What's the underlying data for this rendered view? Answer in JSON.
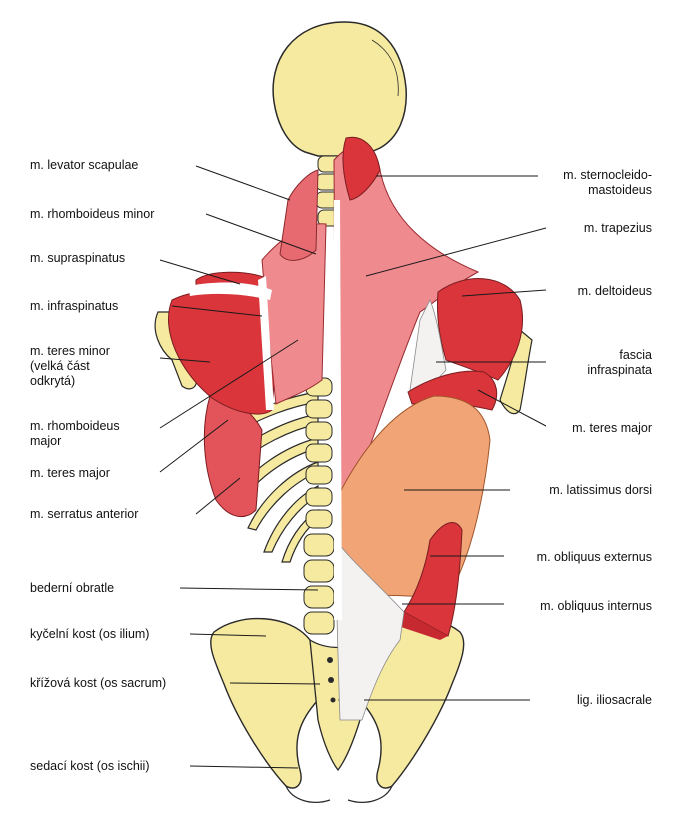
{
  "colors": {
    "bone": "#f6eaa0",
    "bone_outline": "#2a2a2a",
    "muscle_red": "#d9353b",
    "muscle_pink": "#ef8b8f",
    "muscle_light": "#f2b7b5",
    "latissimus": "#f1a476",
    "fascia_white": "#f4f1f1",
    "leader_line": "#1a1a1a"
  },
  "labels_left": [
    {
      "id": "levator-scapulae",
      "text": "m. levator scapulae"
    },
    {
      "id": "rhomboideus-minor",
      "text": "m. rhomboideus minor"
    },
    {
      "id": "supraspinatus",
      "text": "m. supraspinatus"
    },
    {
      "id": "infraspinatus",
      "text": "m. infraspinatus"
    },
    {
      "id": "teres-minor",
      "text": "m. teres  minor\n(velká část\nodkrytá)"
    },
    {
      "id": "rhomboideus-major",
      "text": "m. rhomboideus\nmajor"
    },
    {
      "id": "teres-major-left",
      "text": "m. teres major"
    },
    {
      "id": "serratus-anterior",
      "text": "m. serratus anterior"
    },
    {
      "id": "lumbar-vertebrae",
      "text": "bederní  obratle"
    },
    {
      "id": "os-ilium",
      "text": "kyčelní kost (os ilium)"
    },
    {
      "id": "os-sacrum",
      "text": "křížová kost  (os sacrum)"
    },
    {
      "id": "os-ischii",
      "text": "sedací kost (os ischii)"
    }
  ],
  "labels_right": [
    {
      "id": "sternocleidomastoideus",
      "text": "m. sternocleido-\nmastoideus"
    },
    {
      "id": "trapezius",
      "text": "m. trapezius"
    },
    {
      "id": "deltoideus",
      "text": "m. deltoideus"
    },
    {
      "id": "fascia-infraspinata",
      "text": "fascia\ninfraspinata"
    },
    {
      "id": "teres-major-right",
      "text": "m. teres major"
    },
    {
      "id": "latissimus-dorsi",
      "text": "m. latissimus dorsi"
    },
    {
      "id": "obliquus-externus",
      "text": "m. obliquus externus"
    },
    {
      "id": "obliquus-internus",
      "text": "m. obliquus internus"
    },
    {
      "id": "lig-iliosacrale",
      "text": "lig. iliosacrale"
    }
  ]
}
